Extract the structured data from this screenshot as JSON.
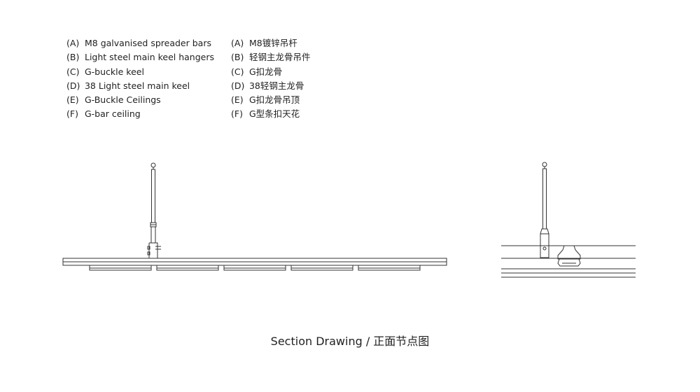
{
  "legend_en": [
    {
      "code": "(A)",
      "text": "M8 galvanised spreader bars"
    },
    {
      "code": "(B)",
      "text": "Light steel main keel hangers"
    },
    {
      "code": "(C)",
      "text": "G-buckle keel"
    },
    {
      "code": "(D)",
      "text": "38 Light steel main keel"
    },
    {
      "code": "(E)",
      "text": "G-Buckle Ceilings"
    },
    {
      "code": "(F)",
      "text": "G-bar ceiling"
    }
  ],
  "legend_zh": [
    {
      "code": "(A)",
      "text": "M8镀锌吊杆"
    },
    {
      "code": "(B)",
      "text": "轻钢主龙骨吊件"
    },
    {
      "code": "(C)",
      "text": "G扣龙骨"
    },
    {
      "code": "(D)",
      "text": "38轻钢主龙骨"
    },
    {
      "code": "(E)",
      "text": "G扣龙骨吊顶"
    },
    {
      "code": "(F)",
      "text": "G型条扣天花"
    }
  ],
  "caption": "Section Drawing / 正面节点图",
  "colors": {
    "line": "#333333",
    "text": "#222222",
    "background": "#ffffff"
  }
}
